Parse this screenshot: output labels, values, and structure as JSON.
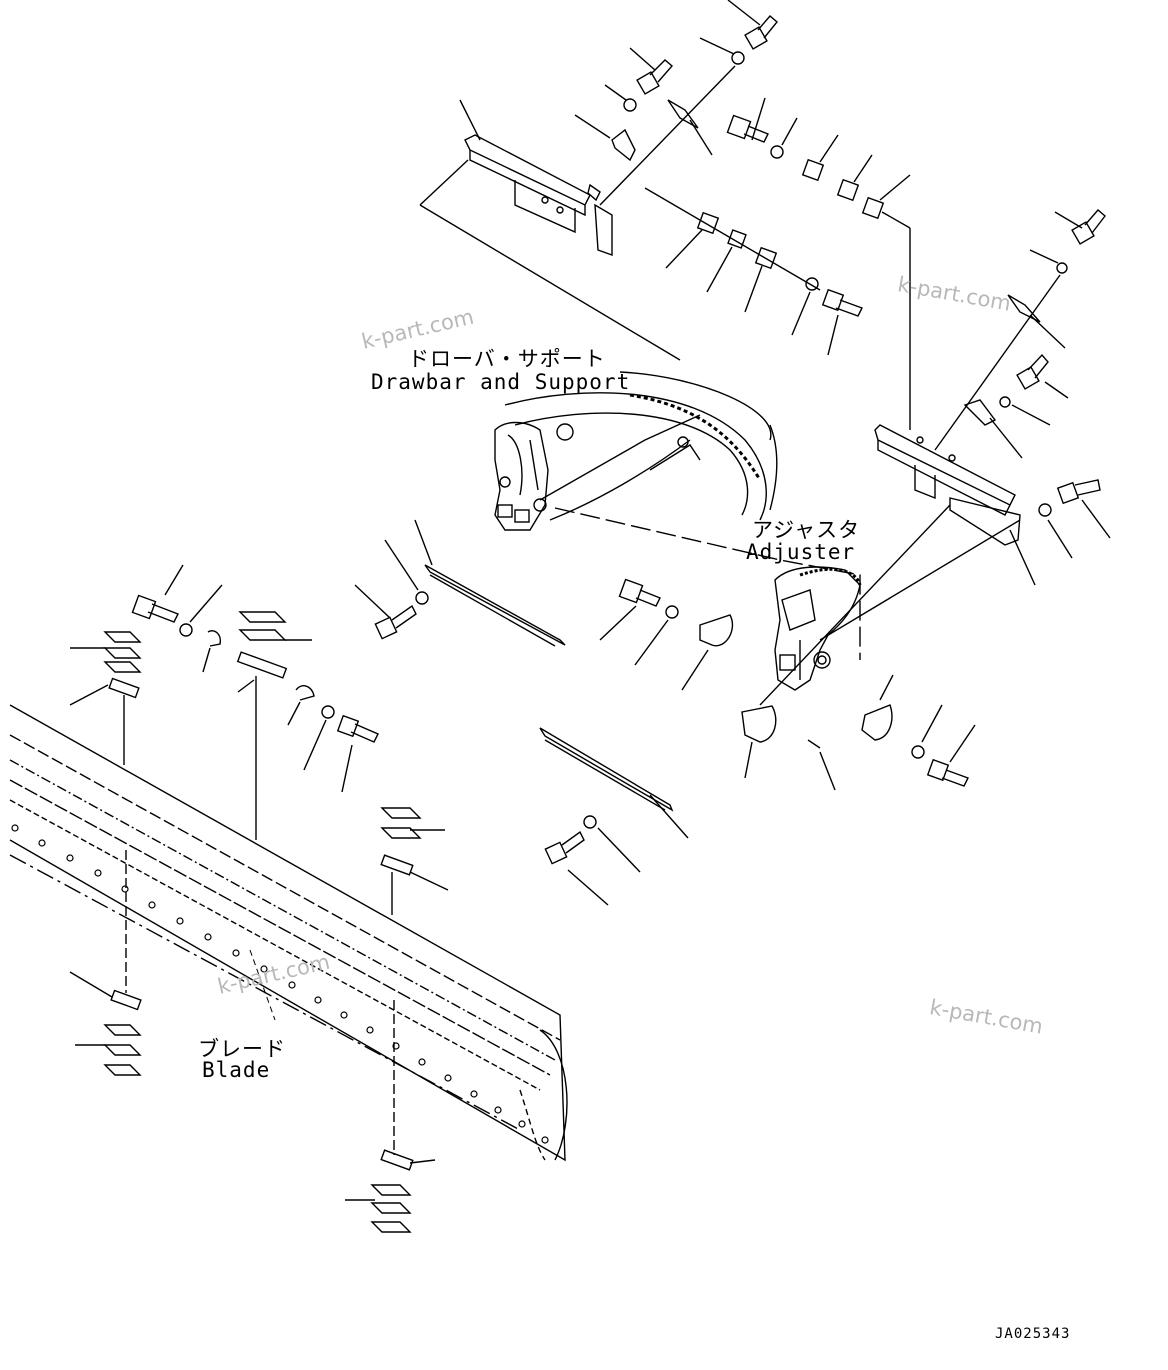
{
  "labels": {
    "drawbar_jp": "ドローバ・サポート",
    "drawbar_en": "Drawbar and Support",
    "adjuster_jp": "アジャスタ",
    "adjuster_en": "Adjuster",
    "blade_jp": "ブレード",
    "blade_en": "Blade"
  },
  "watermark": "k-part.com",
  "drawing_code": "JA025343"
}
